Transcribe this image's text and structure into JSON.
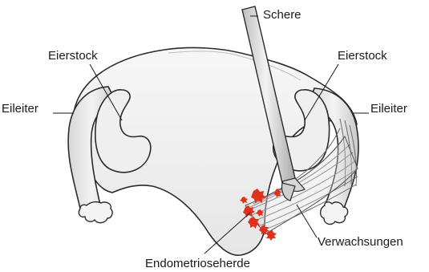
{
  "labels": {
    "scissors": "Schere",
    "ovary_left": "Eierstock",
    "ovary_right": "Eierstock",
    "tube_left": "Eileiter",
    "tube_right": "Eileiter",
    "adhesions": "Verwachsungen",
    "endometriosis": "Endometrioseherde"
  },
  "colors": {
    "outline": "#2b2b2b",
    "uterus_fill": "#f2f2f2",
    "shadow": "#c9c9c9",
    "lesion": "#e0301e"
  },
  "icons": [
    "scissors-instrument",
    "uterus-illustration",
    "adhesion-strands",
    "endometriosis-lesions"
  ]
}
